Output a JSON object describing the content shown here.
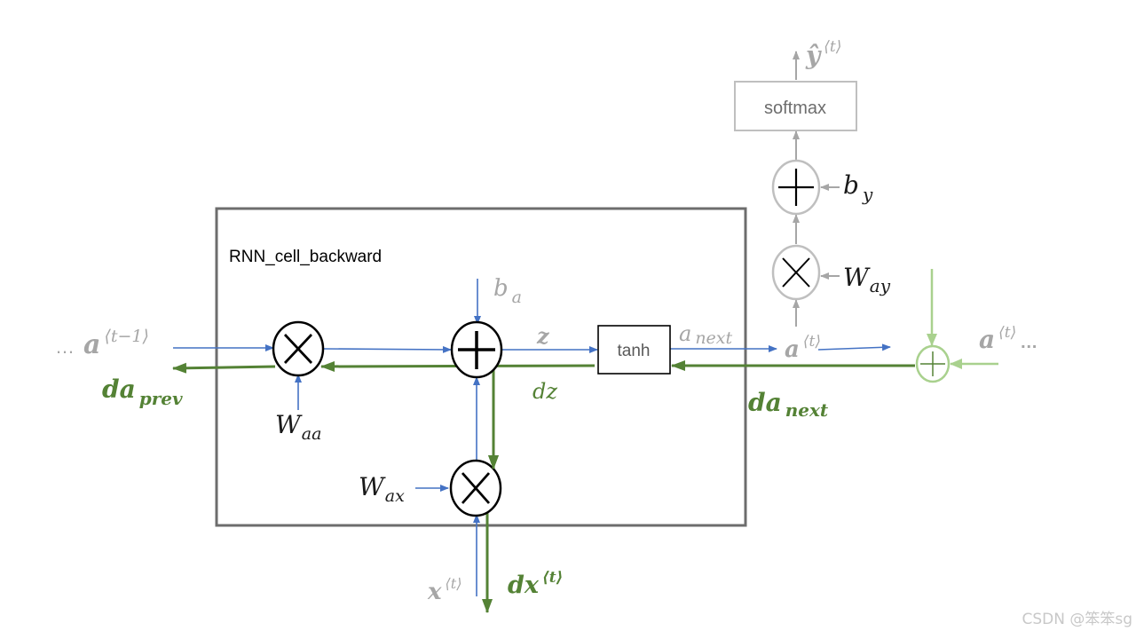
{
  "diagram": {
    "title": "RNN_cell_backward",
    "colors": {
      "forward": "#4472c4",
      "backward": "#548235",
      "backward_light": "#a9d18e",
      "gray": "#a6a6a6",
      "box": "#6d6d6d",
      "text_dark": "#1a1a1a"
    },
    "nodes": {
      "softmax": "softmax",
      "tanh": "tanh",
      "mul_waa": "multiply",
      "add_ba": "add",
      "mul_wax": "multiply",
      "mul_way": "multiply",
      "add_by": "add",
      "add_grad": "add"
    },
    "labels": {
      "a_prev_dots": "…",
      "a_prev": "a",
      "a_prev_sup": "⟨t−1⟩",
      "da_prev": "da",
      "da_prev_sub": "prev",
      "W_aa": "W",
      "W_aa_sub": "aa",
      "b_a": "b",
      "b_a_sub": "a",
      "z": "z",
      "dz": "dz",
      "a_next": "a",
      "a_next_sub": "next",
      "a_t": "a",
      "a_t_sup": "⟨t⟩",
      "a_t_right": "a",
      "a_t_right_sup": "⟨t⟩",
      "a_t_right_dots": "…",
      "da_next": "da",
      "da_next_sub": "next",
      "W_ax": "W",
      "W_ax_sub": "ax",
      "x_t": "x",
      "x_t_sup": "⟨t⟩",
      "dx_t": "dx",
      "dx_t_sup": "⟨t⟩",
      "W_ay": "W",
      "W_ay_sub": "ay",
      "b_y": "b",
      "b_y_sub": "y",
      "y_hat": "ŷ",
      "y_hat_sup": "⟨t⟩"
    }
  },
  "watermark": "CSDN @笨笨sg"
}
